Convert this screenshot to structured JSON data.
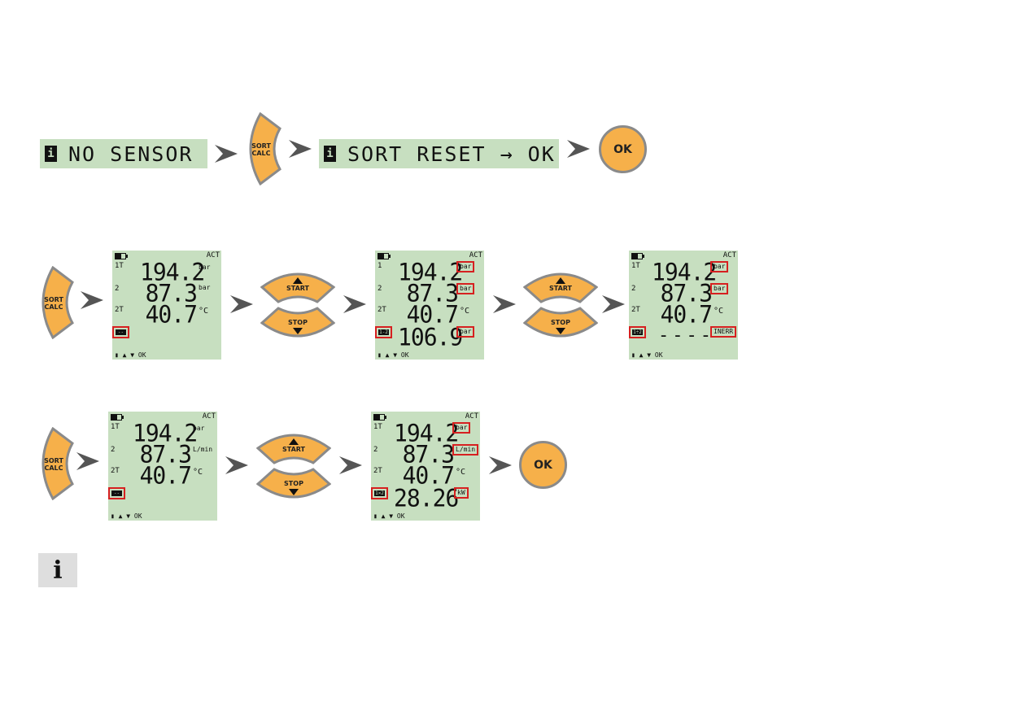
{
  "row1": {
    "lcd_no_sensor": "NO SENSOR",
    "lcd_sort_reset": "SORT RESET → OK",
    "info_glyph": "i",
    "sort_label_line1": "SORT",
    "sort_label_line2": "CALC",
    "ok_label": "OK"
  },
  "buttons": {
    "start_label": "START",
    "stop_label": "STOP",
    "ok_label": "OK",
    "sort_line1": "SORT",
    "sort_line2": "CALC"
  },
  "colors": {
    "lcd_background": "#c7dfc0",
    "button_orange": "#f6b04a",
    "highlight_red": "#d62020",
    "arrow_gray": "#555555"
  },
  "screens": {
    "act": "ACT",
    "footer": "▲ ▼ OK",
    "s1": {
      "ch1": "1T",
      "ch2": "2",
      "ch3": "2T",
      "v1": "194.2",
      "v2": "87.3",
      "v3": "40.7",
      "u1": "bar",
      "u2": "bar",
      "u3": "°C",
      "calc": "--"
    },
    "s2": {
      "ch1": "1",
      "ch2": "2",
      "ch3": "2T",
      "v1": "194.2",
      "v2": "87.3",
      "v3": "40.7",
      "v4": "106.9",
      "u1": "bar",
      "u2": "bar",
      "u3": "°C",
      "u4": "bar",
      "calc": "1-2"
    },
    "s3": {
      "ch1": "1T",
      "ch2": "2",
      "ch3": "2T",
      "v1": "194.2",
      "v2": "87.3",
      "v3": "40.7",
      "v4": "----",
      "u1": "bar",
      "u2": "bar",
      "u3": "°C",
      "u4": "INERR",
      "calc": "1÷2"
    },
    "s4": {
      "ch1": "1T",
      "ch2": "2",
      "ch3": "2T",
      "v1": "194.2",
      "v2": "87.3",
      "v3": "40.7",
      "u1": "bar",
      "u2": "L/min",
      "u3": "°C",
      "calc": "--"
    },
    "s5": {
      "ch1": "1T",
      "ch2": "2",
      "ch3": "2T",
      "v1": "194.2",
      "v2": "87.3",
      "v3": "40.7",
      "v4": "28.26",
      "u1": "bar",
      "u2": "L/min",
      "u3": "°C",
      "u4": "kW",
      "calc": "1×2"
    }
  },
  "note_icon": "i"
}
